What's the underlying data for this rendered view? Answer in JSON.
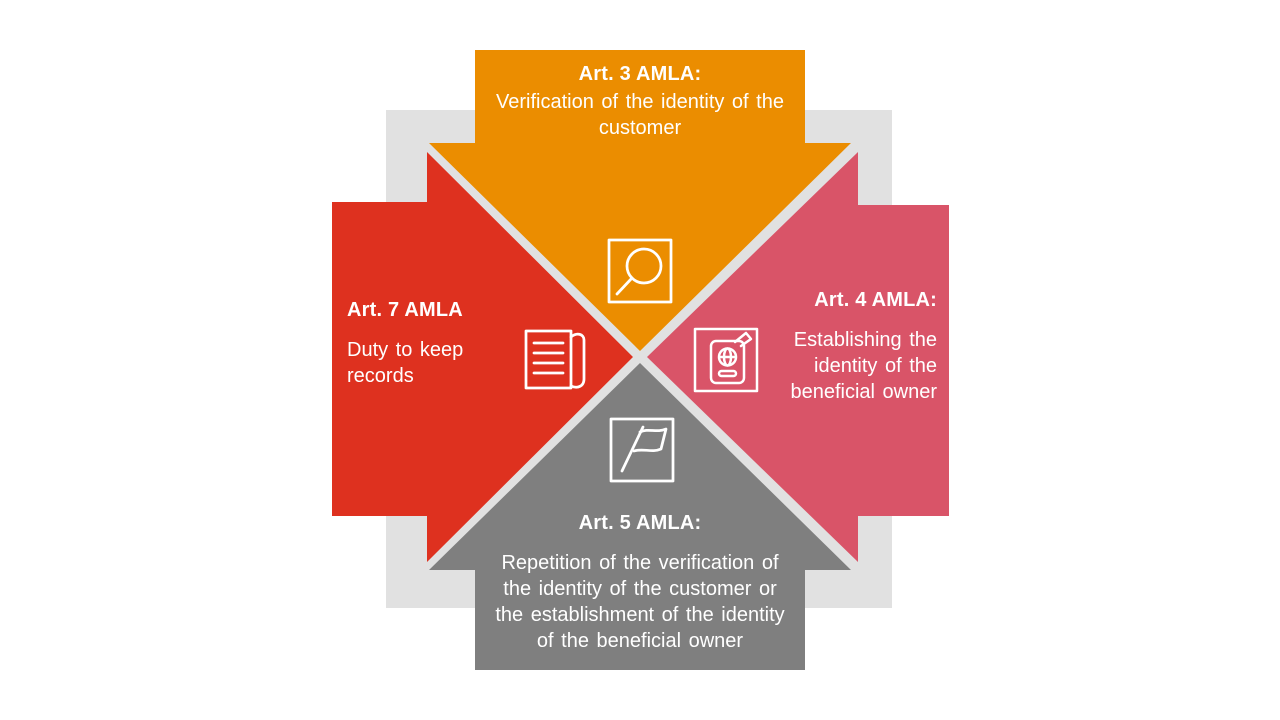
{
  "page": {
    "background_color": "#FFFFFF"
  },
  "diagram": {
    "colors": {
      "background_square": "#E1E1E1",
      "text": "#FFFFFF",
      "icon_stroke": "#FFFFFF"
    },
    "arrows": {
      "top": {
        "title": "Art. 3 AMLA:",
        "body": "Verification of the identity of the\ncustomer",
        "color": "#EB8D00",
        "icon": "magnifier-icon"
      },
      "right": {
        "title": "Art. 4 AMLA:",
        "body": "Establishing the\nidentity of the\nbeneficial owner",
        "color": "#D95468",
        "icon": "passport-icon"
      },
      "bottom": {
        "title": "Art. 5 AMLA:",
        "body": "Repetition of the verification of\nthe identity of the customer or\nthe establishment of the identity\nof the beneficial owner",
        "color": "#7F7F7F",
        "icon": "flag-icon"
      },
      "left": {
        "title": "Art. 7 AMLA",
        "body": "Duty to keep\nrecords",
        "color": "#DE311F",
        "icon": "document-icon"
      }
    }
  }
}
